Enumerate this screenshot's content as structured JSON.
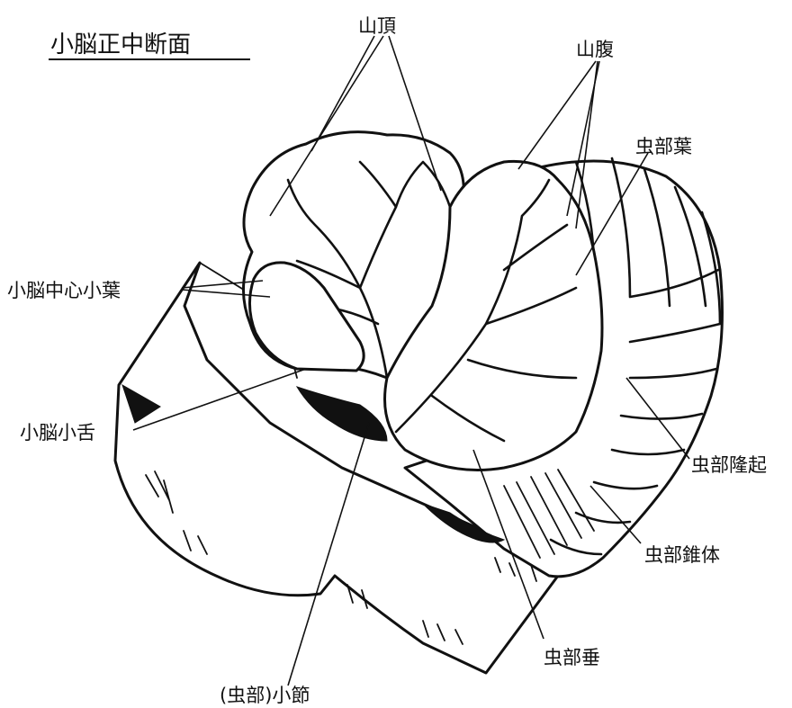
{
  "title": "小脳正中断面",
  "labels": {
    "culmen": "山頂",
    "declive": "山腹",
    "folium": "虫部葉",
    "central_lobule": "小脳中心小葉",
    "lingula": "小脳小舌",
    "tuber": "虫部隆起",
    "pyramis": "虫部錐体",
    "uvula": "虫部垂",
    "nodulus": "(虫部)小節"
  }
}
